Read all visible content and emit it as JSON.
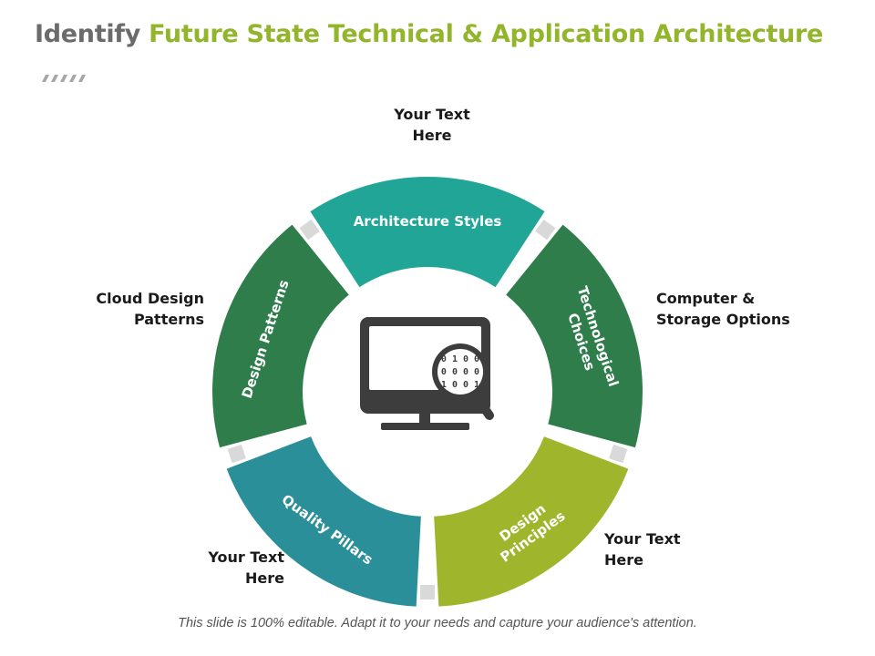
{
  "title": {
    "part1": "Identify",
    "part2": "Future State Technical & Application Architecture"
  },
  "colors": {
    "title_gray": "#6b6b6b",
    "accent_green": "#93b52c",
    "teal": "#21a597",
    "dark_green": "#2e7d4a",
    "blue_teal": "#2b8f99",
    "lime": "#9fb52c",
    "connector_gray": "#d9d9d9",
    "icon_gray": "#3d3d3d"
  },
  "segments": [
    {
      "label_lines": [
        "Architecture Styles"
      ],
      "color": "#21a597"
    },
    {
      "label_lines": [
        "Technological",
        "Choices"
      ],
      "color": "#2e7d4a"
    },
    {
      "label_lines": [
        "Design",
        "Principles"
      ],
      "color": "#9fb52c"
    },
    {
      "label_lines": [
        "Quality Pillars"
      ],
      "color": "#2b8f99"
    },
    {
      "label_lines": [
        "Design Patterns"
      ],
      "color": "#2e7d4a"
    }
  ],
  "callouts": {
    "top": "Your Text\nHere",
    "left": "Cloud Design\nPatterns",
    "right": "Computer &\nStorage Options",
    "bottom_left": "Your Text\nHere",
    "bottom_right": "Your Text\nHere"
  },
  "center_icon": {
    "name": "monitor-magnifier-icon",
    "binary_rows": [
      "0 1 0 0",
      "0 0 0 0",
      "1 0 0 1"
    ]
  },
  "footer": "This slide is 100% editable. Adapt it to your needs and capture your audience's attention."
}
